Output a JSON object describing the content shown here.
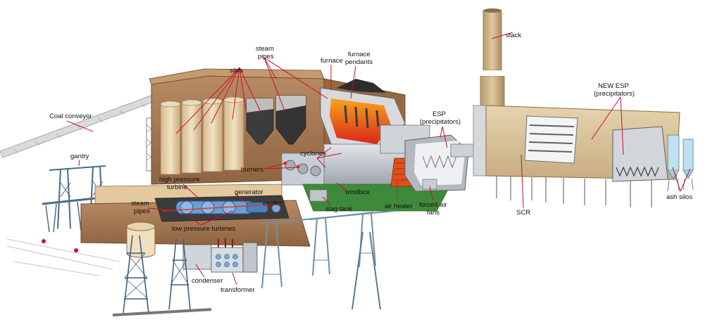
{
  "labels": {
    "coal_conveyor": "Coal conveyor",
    "gantry": "gantry",
    "silos": "silos",
    "steam_pipes_top_1": "steam",
    "steam_pipes_top_2": "pipes",
    "furnace": "furnace",
    "furnace_pendants_1": "furnace",
    "furnace_pendants_2": "pendants",
    "stack": "stack",
    "esp_1": "ESP",
    "esp_2": "(precipitators)",
    "new_esp_1": "NEW ESP",
    "new_esp_2": "(precipitators)",
    "cyclones": "cyclones",
    "burners": "burners",
    "high_pressure_turbine_1": "high pressure",
    "high_pressure_turbine_2": "turbine",
    "generator": "generator",
    "exciter": "exciter",
    "steam_pipes_low_1": "steam",
    "steam_pipes_low_2": "pipes",
    "low_pressure_turbines": "low pressure turbines",
    "windbox": "windbox",
    "slag_tank": "slag tank",
    "air_heater": "air heater",
    "forced_air_fans_1": "forced air",
    "forced_air_fans_2": "fans",
    "scr": "SCR",
    "ash_silos": "ash silos",
    "condenser": "condenser",
    "transformer": "transformer"
  },
  "colors": {
    "leader_line": "#c8102e",
    "building_brown": "#a87b55",
    "silo_cream": "#e6cfa8",
    "furnace_red": "#e0321b",
    "steel_grey": "#b9bec4",
    "esp_tan": "#d9c49a",
    "pylon_blue": "#4a6b86",
    "floor_green": "#3f8a3a"
  }
}
